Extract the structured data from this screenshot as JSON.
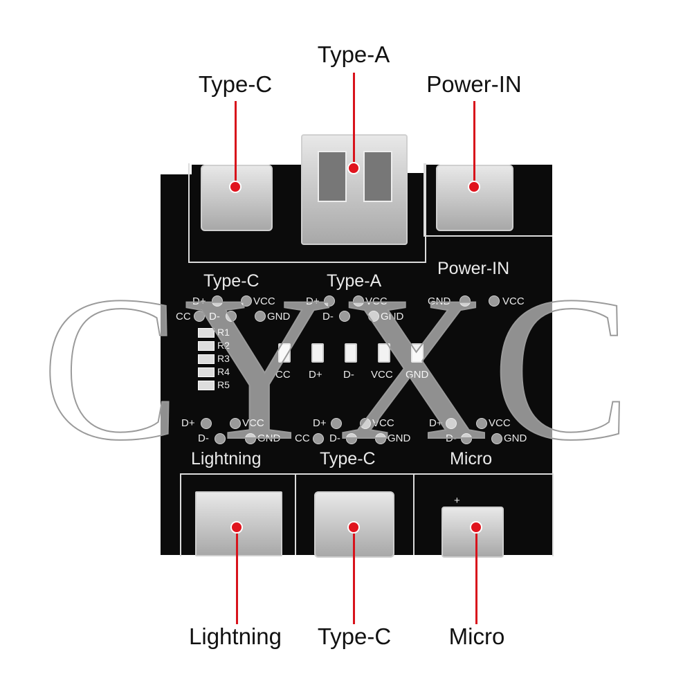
{
  "callouts": {
    "top_type_c": "Type-C",
    "top_type_a": "Type-A",
    "top_power_in": "Power-IN",
    "bottom_lightning": "Lightning",
    "bottom_type_c": "Type-C",
    "bottom_micro": "Micro"
  },
  "board": {
    "section_labels": {
      "type_c_top": "Type-C",
      "type_a": "Type-A",
      "power_in": "Power-IN",
      "lightning": "Lightning",
      "type_c_bottom": "Type-C",
      "micro": "Micro"
    },
    "pins": {
      "d_plus": "D+",
      "d_minus": "D-",
      "vcc": "VCC",
      "gnd": "GND",
      "cc": "CC"
    },
    "resistors": [
      "R1",
      "R2",
      "R3",
      "R4",
      "R5"
    ],
    "leds": [
      "CC",
      "D+",
      "D-",
      "VCC",
      "GND"
    ],
    "micro_plus": "+"
  },
  "watermark": "CYXC",
  "colors": {
    "board": "#0b0b0b",
    "callout_line": "#d8121b",
    "silkscreen": "#eaeaea"
  }
}
